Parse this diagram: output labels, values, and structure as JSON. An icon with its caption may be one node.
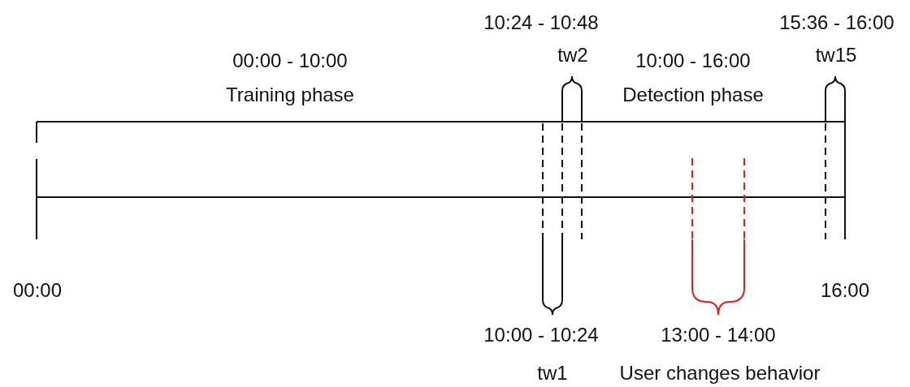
{
  "diagram": {
    "labels": [
      "10:24 - 10:48",
      "15:36 - 16:00",
      "00:00 - 10:00",
      "tw2",
      "10:00 - 16:00",
      "tw15",
      "Training phase",
      "Detection phase",
      "00:00",
      "16:00",
      "10:00 - 10:24",
      "13:00 - 14:00",
      "tw1",
      "User changes behavior"
    ]
  }
}
